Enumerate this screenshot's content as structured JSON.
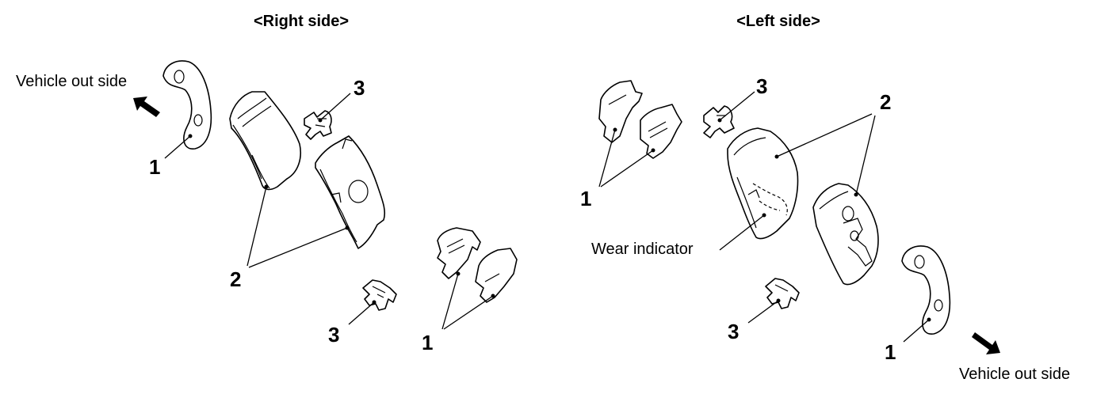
{
  "headings": {
    "right_side": "<Right side>",
    "left_side": "<Left side>"
  },
  "labels": {
    "vehicle_out_side_right": "Vehicle out side",
    "vehicle_out_side_left": "Vehicle out side",
    "wear_indicator": "Wear indicator"
  },
  "callouts": {
    "shim": "1",
    "pad": "2",
    "clip": "3"
  }
}
